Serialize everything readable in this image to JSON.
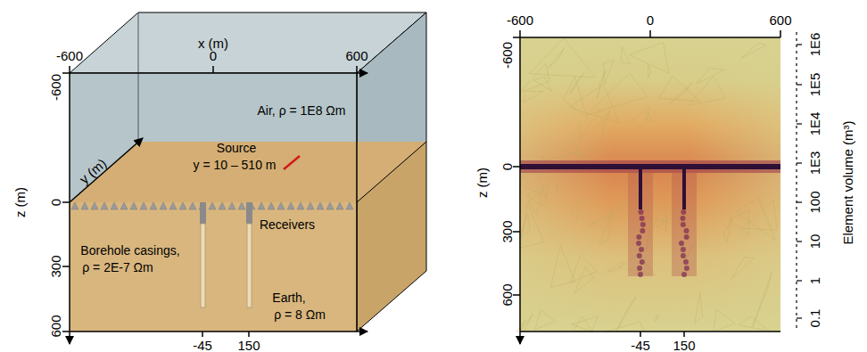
{
  "diagram": {
    "labels": [
      "x (m)",
      "-600",
      "0",
      "600",
      "-600",
      "0",
      "300",
      "600",
      "z (m)",
      "y (m)",
      "Air, ρ = 1E8 Ωm",
      "Source",
      "y = 10 – 510 m",
      "Receivers",
      "Borehole casings,",
      "ρ = 2E-7 Ωm",
      "Earth,",
      "ρ = 8 Ωm",
      "-45",
      "150",
      "-600",
      "0",
      "600",
      "-600",
      "0",
      "300",
      "600",
      "z (m)",
      "-45",
      "150",
      "1E6",
      "1E5",
      "1E4",
      "1E3",
      "100",
      "10",
      "1",
      "0.1",
      "Element volume (m³)"
    ]
  }
}
